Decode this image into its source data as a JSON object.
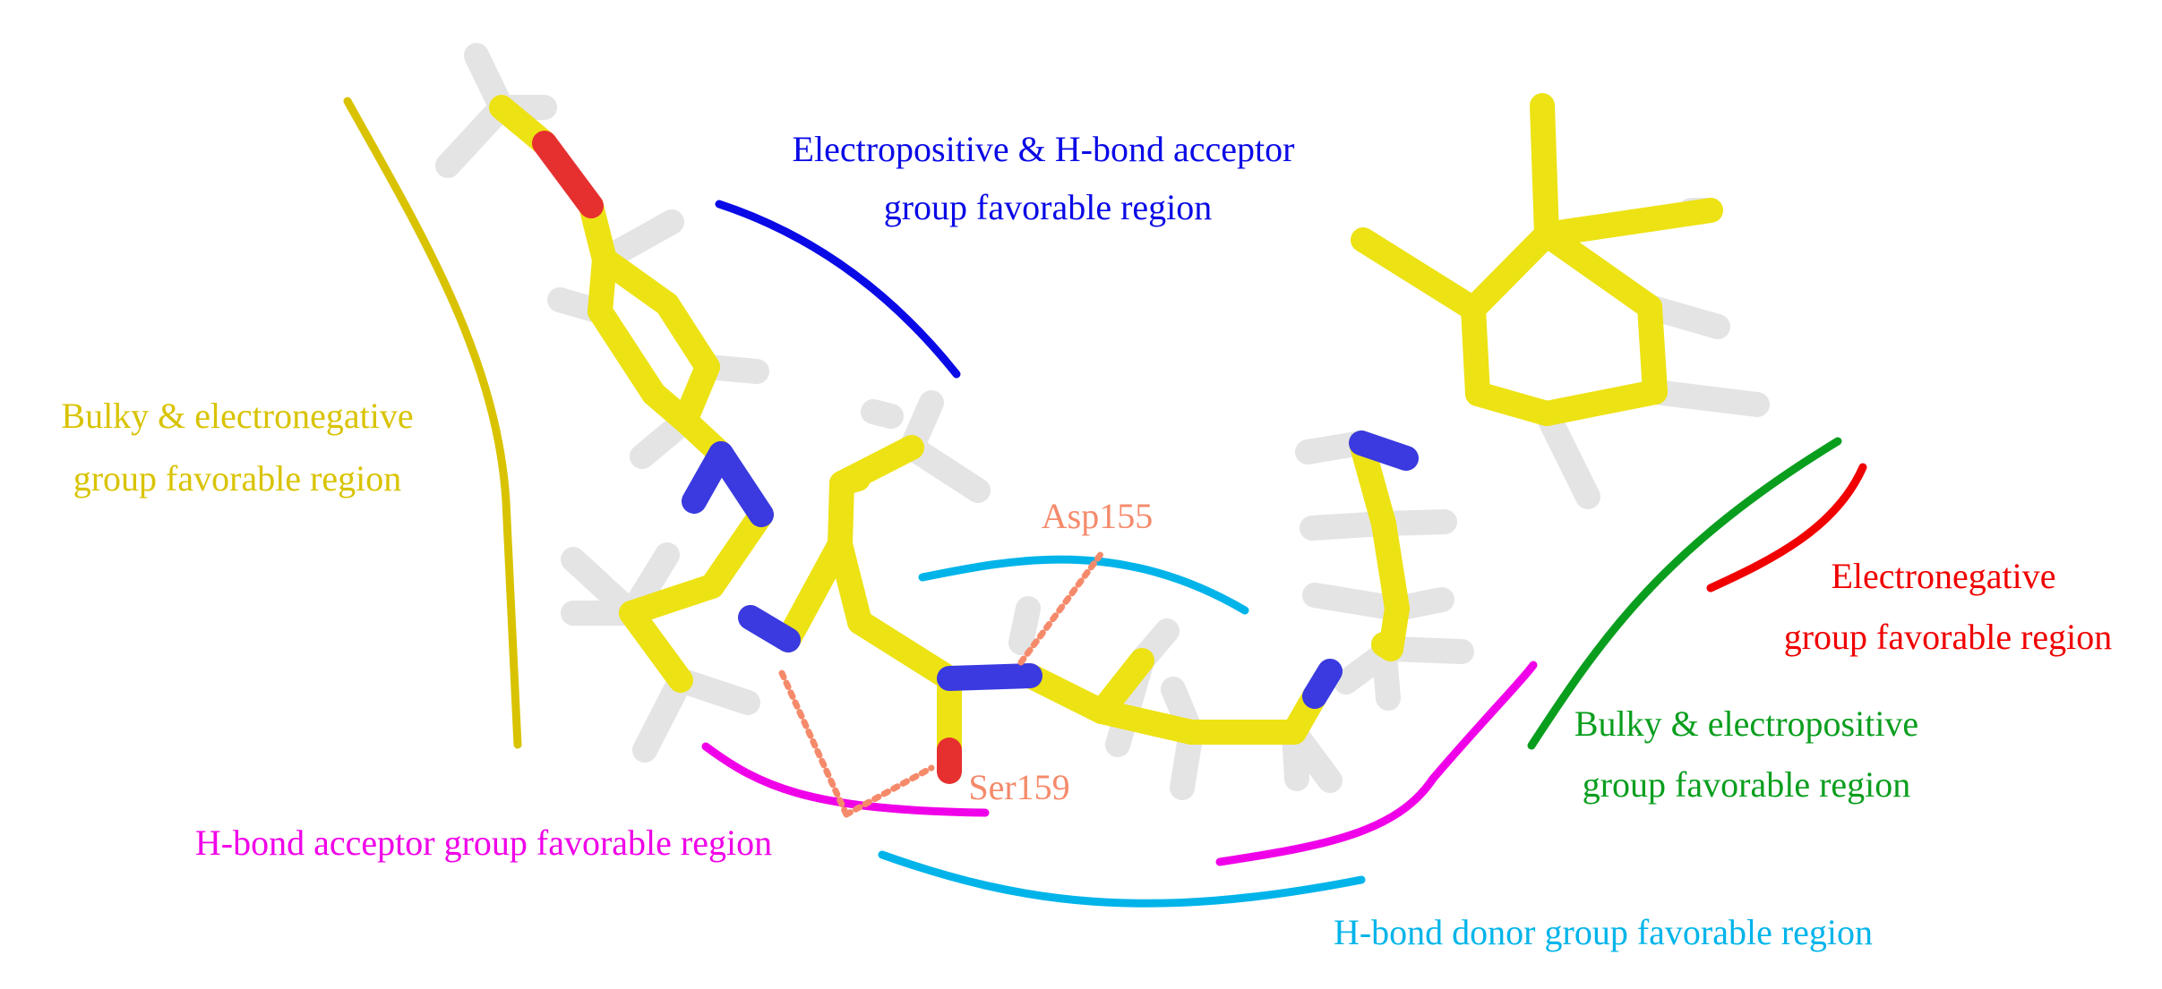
{
  "colors": {
    "yellow_region": "#D9C300",
    "blue_region": "#0A0AE6",
    "cyan_region": "#00B4EA",
    "magenta_region": "#F000E8",
    "green_region": "#0A9E1E",
    "red_region": "#F00000",
    "residue_label": "#F58A6B",
    "carbon": "#EDE214",
    "nitrogen": "#3A3AE0",
    "oxygen": "#E63030",
    "hydrogen": "#E4E4E4"
  },
  "regions": {
    "bulky_electronegative": {
      "line1": "Bulky & electronegative",
      "line2": "group favorable region"
    },
    "electropositive_hbond_acceptor": {
      "line1": "Electropositive & H-bond acceptor",
      "line2": "group favorable region"
    },
    "electronegative": {
      "line1": "Electronegative",
      "line2": "group favorable region"
    },
    "bulky_electropositive": {
      "line1": "Bulky & electropositive",
      "line2": "group favorable region"
    },
    "hbond_acceptor": {
      "line1": "H-bond acceptor group favorable region"
    },
    "hbond_donor": {
      "line1": "H-bond donor group favorable region"
    }
  },
  "residues": {
    "asp": "Asp155",
    "ser": "Ser159"
  }
}
